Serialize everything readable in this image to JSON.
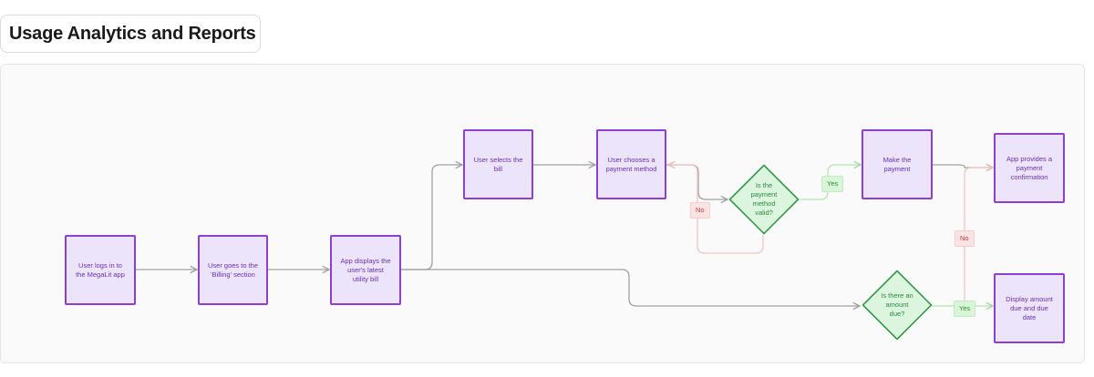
{
  "page": {
    "title": "Usage Analytics and Reports"
  },
  "nodes": {
    "login": "User logs in to the MegaLit app",
    "billing": "User goes to the 'Billing' section",
    "display_bill": "App displays the user's latest utility bill",
    "select_bill": "User selects the bill",
    "choose_method": "User chooses a payment method",
    "make_payment": "Make the payment",
    "confirmation": "App provides a payment confirmation",
    "display_amount": "Display amount due and due date"
  },
  "decisions": {
    "payment_valid": "Is the payment method valid?",
    "amount_due": "Is there an amount due?"
  },
  "edge_labels": {
    "valid_yes": "Yes",
    "valid_no": "No",
    "due_yes": "Yes",
    "due_no": "No"
  },
  "colors": {
    "process_fill": "#ece4fb",
    "process_border": "#8c3fd0",
    "process_text": "#6b2fb3",
    "decision_fill": "#dcf5df",
    "decision_border": "#3a9a4a",
    "connector": "#a0a0a0",
    "yes_connector": "#b6e4b6",
    "no_connector": "#f3c4c4"
  }
}
